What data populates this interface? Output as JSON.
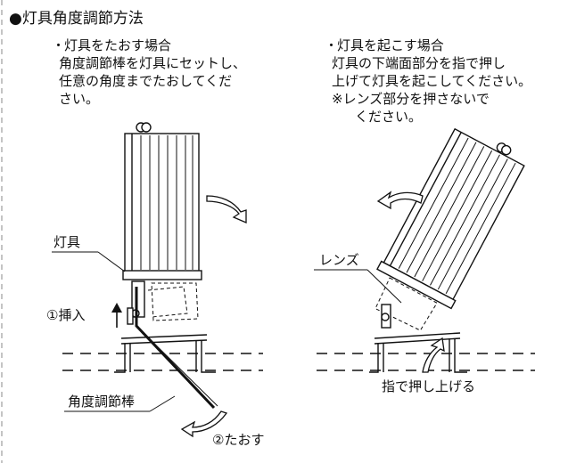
{
  "title": "●灯具角度調節方法",
  "left_note": {
    "bullet": "・",
    "heading": "灯具をたおす場合",
    "lines": [
      "角度調節棒を灯具にセットし、",
      "任意の角度までたおしてくだ",
      "さい。"
    ]
  },
  "right_note": {
    "bullet": "・",
    "heading": "灯具を起こす場合",
    "lines": [
      "灯具の下端面部分を指で押し",
      "上げて灯具を起こしてください。",
      "※レンズ部分を押さないで",
      "ください。"
    ]
  },
  "labels": {
    "fixture": "灯具",
    "insert": "①挿入",
    "rod": "角度調節棒",
    "tilt": "②たおす",
    "lens": "レンズ",
    "push_up": "指で押し上げる"
  }
}
